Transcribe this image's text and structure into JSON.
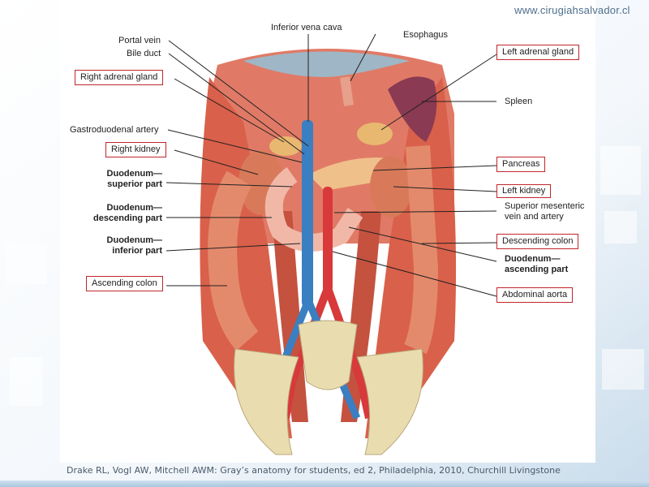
{
  "watermark": "www.cirugiahsalvador.cl",
  "citation": "Drake RL, Vogl AW, Mitchell AWM: Gray’s anatomy for students, ed 2, Philadelphia, 2010, Churchill Livingstone",
  "labels": {
    "inferior_vena_cava": "Inferior vena cava",
    "esophagus": "Esophagus",
    "portal_vein": "Portal vein",
    "bile_duct": "Bile duct",
    "right_adrenal_gland": "Right adrenal gland",
    "left_adrenal_gland": "Left adrenal gland",
    "spleen": "Spleen",
    "gastroduodenal_artery": "Gastroduodenal artery",
    "right_kidney": "Right kidney",
    "pancreas": "Pancreas",
    "duodenum_superior_1": "Duodenum—",
    "duodenum_superior_2": "superior part",
    "left_kidney": "Left kidney",
    "duodenum_descending_1": "Duodenum—",
    "duodenum_descending_2": "descending part",
    "sup_mesenteric_1": "Superior mesenteric",
    "sup_mesenteric_2": "vein and artery",
    "duodenum_inferior_1": "Duodenum—",
    "duodenum_inferior_2": "inferior part",
    "descending_colon": "Descending colon",
    "duodenum_ascending_1": "Duodenum—",
    "duodenum_ascending_2": "ascending part",
    "ascending_colon": "Ascending colon",
    "abdominal_aorta": "Abdominal aorta"
  },
  "colors": {
    "highlight_box": "#c0262b",
    "muscle": "#d9604a",
    "vein": "#3a7fc1",
    "artery": "#d8393a",
    "bone": "#e9ddb0",
    "pancreas": "#f0c08a",
    "spleen": "#8a3a52"
  }
}
